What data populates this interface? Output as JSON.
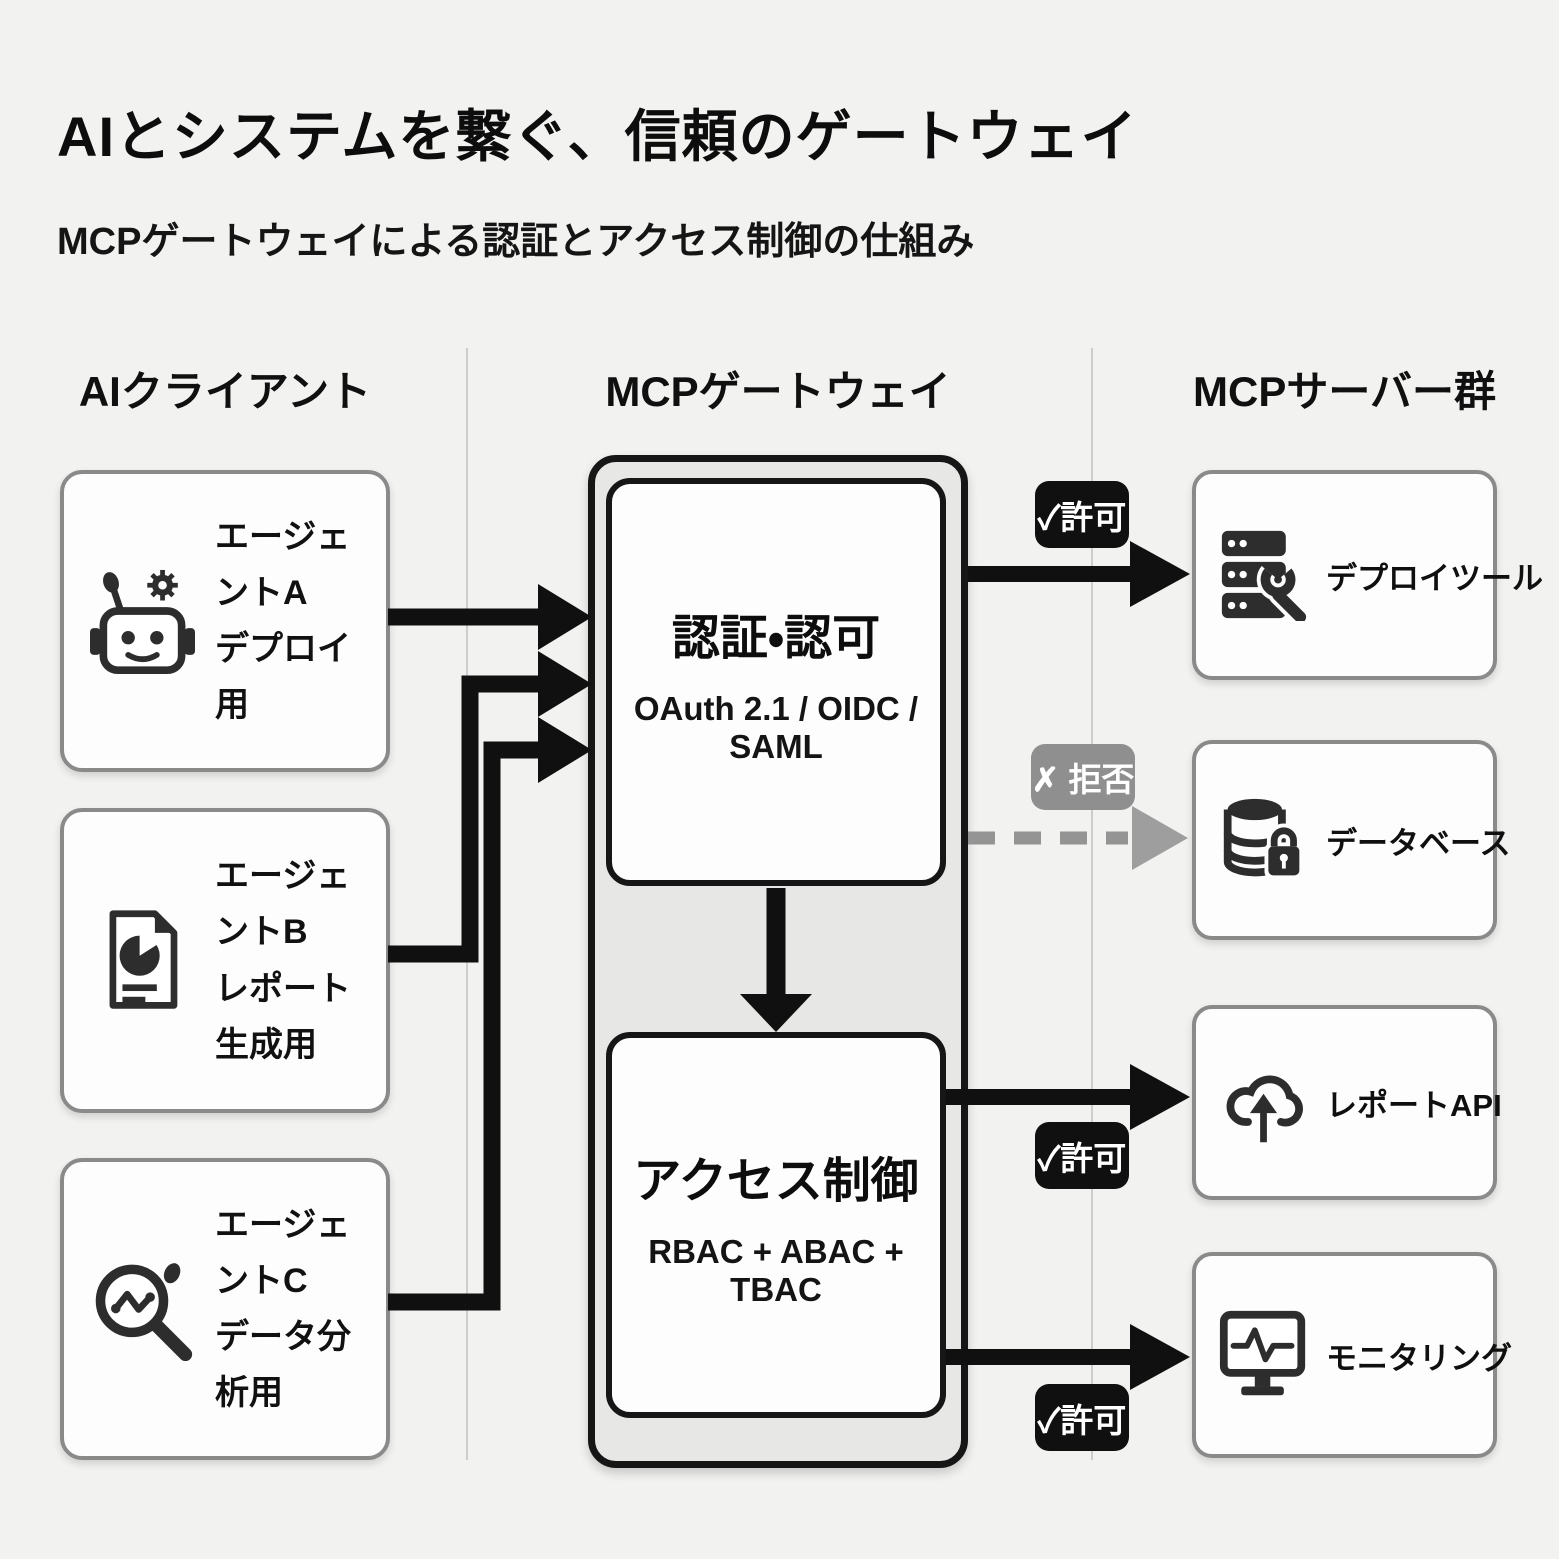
{
  "page": {
    "title": "AIとシステムを繋ぐ、信頼のゲートウェイ",
    "subtitle": "MCPゲートウェイによる認証とアクセス制御の仕組み"
  },
  "columns": {
    "clients_header": "AIクライアント",
    "gateway_header": "MCPゲートウェイ",
    "servers_header": "MCPサーバー群"
  },
  "agents": [
    {
      "name": "エージェントA",
      "purpose": "デプロイ用",
      "icon": "robot-gear-icon"
    },
    {
      "name": "エージェントB",
      "purpose": "レポート生成用",
      "icon": "report-document-icon"
    },
    {
      "name": "エージェントC",
      "purpose": "データ分析用",
      "icon": "magnifier-analytics-icon"
    }
  ],
  "gateway": {
    "auth_title": "認証・認可",
    "auth_subtitle": "OAuth 2.1 / OIDC / SAML",
    "access_title": "アクセス制御",
    "access_subtitle": "RBAC + ABAC + TBAC"
  },
  "servers": [
    {
      "label": "デプロイツール",
      "icon": "server-wrench-icon",
      "decision": "許可"
    },
    {
      "label": "データベース",
      "icon": "database-lock-icon",
      "decision": "拒否"
    },
    {
      "label": "レポートAPI",
      "icon": "cloud-upload-icon",
      "decision": "許可"
    },
    {
      "label": "モニタリング",
      "icon": "monitor-pulse-icon",
      "decision": "許可"
    }
  ],
  "badges": {
    "allow": "✓許可",
    "deny": "✗ 拒否"
  },
  "colors": {
    "background": "#f2f2f0",
    "ink": "#111111",
    "box_border": "#8a8a8a",
    "gateway_fill": "#e7e7e5",
    "deny_gray": "#8f8f8f",
    "arrow_black": "#101010",
    "arrow_deny_gray": "#949494"
  }
}
